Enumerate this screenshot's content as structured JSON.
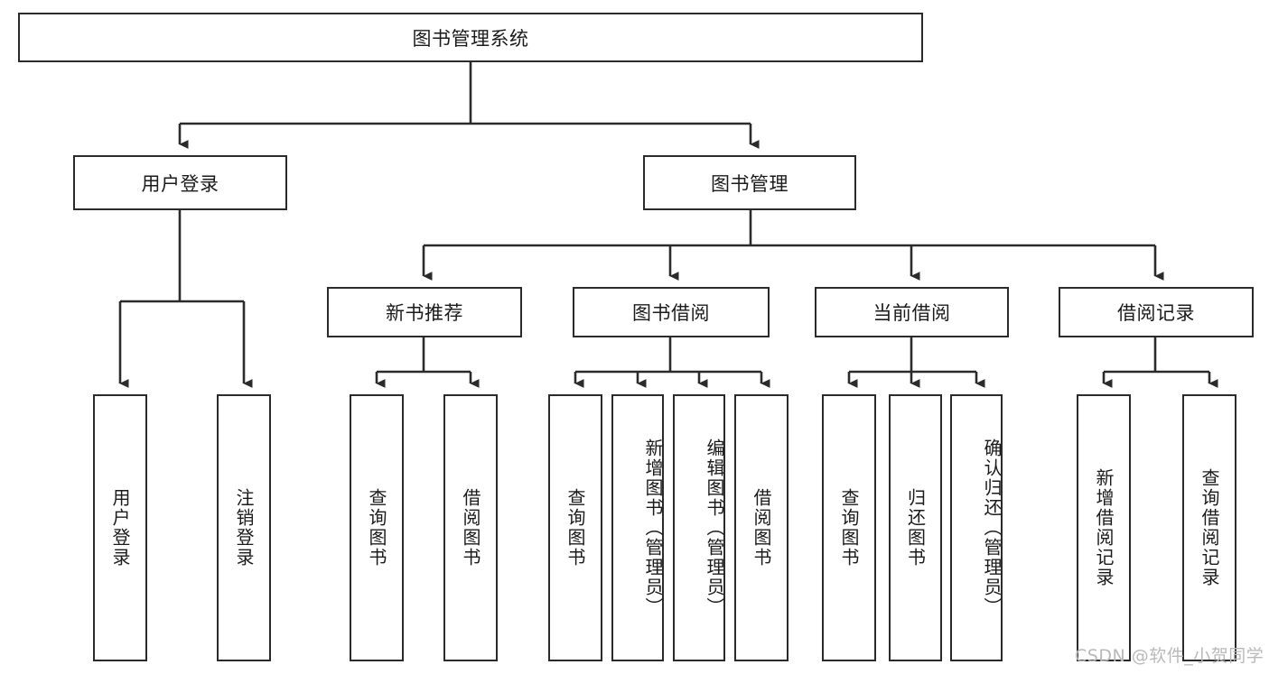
{
  "diagram": {
    "title": "图书管理系统",
    "type": "tree-hierarchy-diagram",
    "colors": {
      "box_border": "#2b2b2b",
      "box_fill": "#ffffff",
      "connector": "#2b2b2b",
      "background": "#ffffff",
      "watermark": "#b9b9b9"
    },
    "root": {
      "label": "图书管理系统"
    },
    "level2": [
      {
        "label": "用户登录"
      },
      {
        "label": "图书管理"
      }
    ],
    "level3": [
      {
        "label": "新书推荐"
      },
      {
        "label": "图书借阅"
      },
      {
        "label": "当前借阅"
      },
      {
        "label": "借阅记录"
      }
    ],
    "leaves": {
      "user_login": [
        {
          "label": "用户登录"
        },
        {
          "label": "注销登录"
        }
      ],
      "new_book_recommend": [
        {
          "label": "查询图书"
        },
        {
          "label": "借阅图书"
        }
      ],
      "book_borrow": [
        {
          "label": "查询图书"
        },
        {
          "label": "新增图书（管理员）"
        },
        {
          "label": "编辑图书（管理员）"
        },
        {
          "label": "借阅图书"
        }
      ],
      "current_borrow": [
        {
          "label": "查询图书"
        },
        {
          "label": "归还图书"
        },
        {
          "label": "确认归还（管理员）"
        }
      ],
      "borrow_records": [
        {
          "label": "新增借阅记录"
        },
        {
          "label": "查询借阅记录"
        }
      ]
    },
    "watermark": "CSDN @软件_小贺同学"
  }
}
